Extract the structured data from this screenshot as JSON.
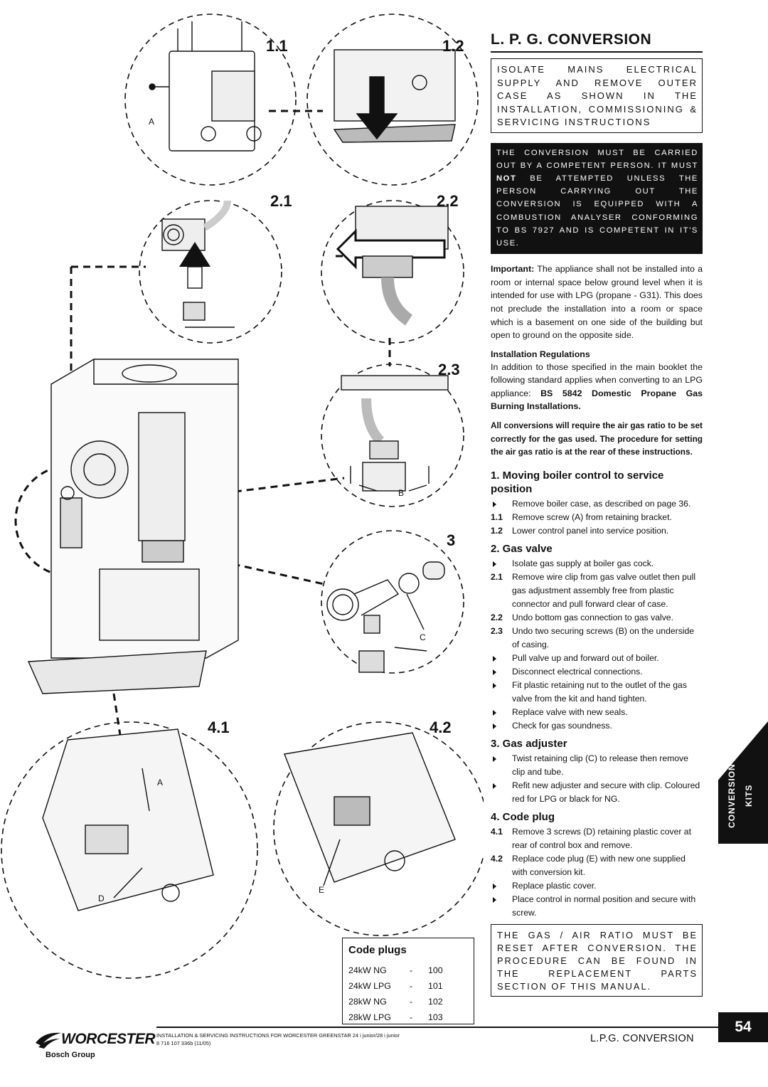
{
  "title": "L. P. G. CONVERSION",
  "diagram": {
    "labels": {
      "s11": "1.1",
      "s12": "1.2",
      "s21": "2.1",
      "s22": "2.2",
      "s23": "2.3",
      "s3": "3",
      "s41": "4.1",
      "s42": "4.2"
    },
    "callouts": {
      "a_top": "A",
      "b": "B",
      "c": "C",
      "a_bottom": "A",
      "d": "D",
      "e": "E"
    }
  },
  "isolate_box": "ISOLATE MAINS ELECTRICAL SUPPLY AND REMOVE OUTER CASE AS SHOWN IN THE INSTALLATION, COMMISSIONING & SERVICING INSTRUCTIONS",
  "warning_box": {
    "before": "THE CONVERSION MUST BE CARRIED OUT BY A COMPETENT PERSON. IT MUST ",
    "emph": "NOT",
    "after": " BE ATTEMPTED UNLESS THE PERSON CARRYING OUT THE CONVERSION IS EQUIPPED WITH A COMBUSTION ANALYSER CONFORMING TO BS 7927 AND IS COMPETENT IN IT'S USE."
  },
  "important": {
    "label": "Important:",
    "text": " The appliance shall not be installed into a room or internal space below ground level when it is intended for use with LPG (propane - G31). This does not preclude the installation into a room or space which is a basement on one side of the building but open to ground on the opposite side."
  },
  "regs": {
    "heading": "Installation Regulations",
    "text": "In addition to those specified in the main booklet the following standard applies when converting to an LPG appliance: ",
    "standard": "BS 5842 Domestic Propane Gas Burning Installations."
  },
  "air_gas_note": "All conversions will require the air gas ratio to be set correctly for the gas used. The procedure for setting the air gas ratio is at the rear of these instructions.",
  "sections": [
    {
      "heading": "1. Moving boiler control to service position",
      "steps": [
        {
          "mark": "",
          "text": "Remove boiler case, as described on page 36."
        },
        {
          "mark": "1.1",
          "text": "Remove screw (A) from retaining bracket."
        },
        {
          "mark": "1.2",
          "text": "Lower control panel into service position."
        }
      ]
    },
    {
      "heading": "2. Gas valve",
      "steps": [
        {
          "mark": "",
          "text": "Isolate gas supply at boiler gas cock."
        },
        {
          "mark": "2.1",
          "text": "Remove wire clip from gas valve outlet then pull gas adjustment assembly free from plastic connector and pull forward clear of case."
        },
        {
          "mark": "2.2",
          "text": "Undo bottom gas connection to gas valve."
        },
        {
          "mark": "2.3",
          "text": "Undo two securing screws (B) on the underside of casing."
        },
        {
          "mark": "",
          "text": "Pull valve up and forward out of boiler."
        },
        {
          "mark": "",
          "text": "Disconnect electrical connections."
        },
        {
          "mark": "",
          "text": "Fit plastic retaining nut to the outlet of the gas valve from the kit and hand tighten."
        },
        {
          "mark": "",
          "text": "Replace valve with new seals."
        },
        {
          "mark": "",
          "text": "Check for gas soundness."
        }
      ]
    },
    {
      "heading": "3. Gas adjuster",
      "steps": [
        {
          "mark": "",
          "text": "Twist retaining clip (C) to release then remove clip and tube."
        },
        {
          "mark": "",
          "text": "Refit new adjuster and secure with clip. Coloured red for LPG or black for NG."
        }
      ]
    },
    {
      "heading": "4. Code plug",
      "steps": [
        {
          "mark": "4.1",
          "text": "Remove 3 screws (D) retaining plastic cover at rear of control box and remove."
        },
        {
          "mark": "4.2",
          "text": "Replace code plug (E) with new one supplied with conversion kit."
        },
        {
          "mark": "",
          "text": "Replace plastic cover."
        },
        {
          "mark": "",
          "text": "Place control in normal position and secure with screw."
        }
      ]
    }
  ],
  "reset_box": "THE GAS / AIR RATIO MUST BE RESET AFTER CONVERSION. THE PROCEDURE CAN BE FOUND IN THE REPLACEMENT PARTS SECTION OF THIS MANUAL.",
  "code_plugs": {
    "title": "Code plugs",
    "rows": [
      {
        "model": "24kW NG",
        "dash": "-",
        "code": "100"
      },
      {
        "model": "24kW LPG",
        "dash": "-",
        "code": "101"
      },
      {
        "model": "28kW NG",
        "dash": "-",
        "code": "102"
      },
      {
        "model": "28kW LPG",
        "dash": "-",
        "code": "103"
      }
    ]
  },
  "side_tab": {
    "line1": "CONVERSION",
    "line2": "KITS"
  },
  "footer": {
    "brand": "WORCESTER",
    "group": "Bosch Group",
    "doc_title": "INSTALLATION & SERVICING INSTRUCTIONS FOR WORCESTER GREENSTAR 24 i junior/28 i junior",
    "doc_code": "8 716 107 336b (11/05)",
    "section": "L.P.G. CONVERSION",
    "page": "54"
  }
}
